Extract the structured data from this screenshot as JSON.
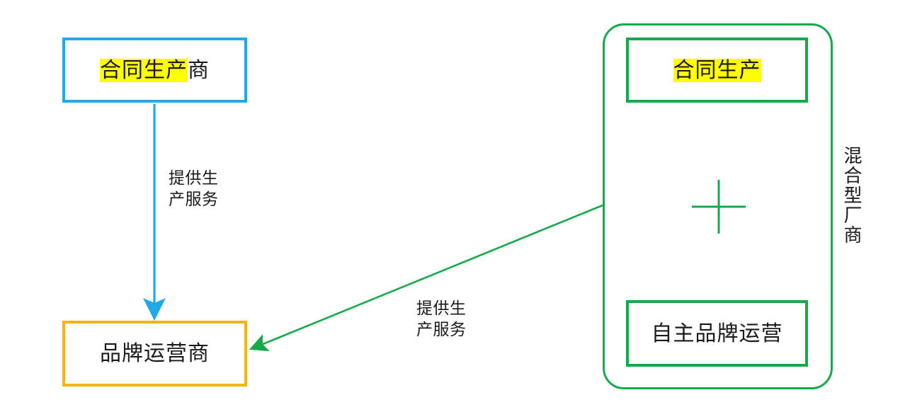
{
  "diagram": {
    "title": "",
    "colors": {
      "blue": "#1fa9e8",
      "orange": "#f2b31c",
      "green": "#16a94b",
      "highlight": "#ffff00",
      "text": "#1a1a1a",
      "background": "#ffffff"
    },
    "left_group": {
      "contract_manufacturer": {
        "highlighted_text": "合同生产",
        "plain_text": "商",
        "full_text": "合同生产商"
      },
      "brand_operator": {
        "text": "品牌运营商"
      },
      "edge_label": "提供生\n产服务"
    },
    "right_group": {
      "side_label": "混合型厂商",
      "contract_production": {
        "highlighted_text": "合同生产"
      },
      "own_brand_operation": {
        "text": "自主品牌运营"
      },
      "combiner_icon": "plus-icon"
    },
    "cross_edge_label": "提供生\n产服务"
  }
}
